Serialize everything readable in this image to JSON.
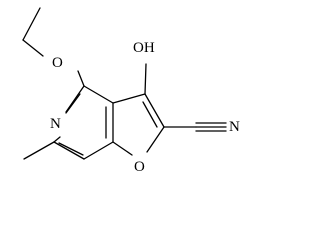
{
  "molecule": {
    "atom_labels": {
      "ethoxy_oxygen": "O",
      "hydroxyl": "OH",
      "ring_nitrogen": "N",
      "furan_oxygen": "O",
      "nitrile_nitrogen": "N"
    },
    "colors": {
      "bond": "#000000",
      "label": "#000000",
      "background": "#ffffff"
    }
  }
}
